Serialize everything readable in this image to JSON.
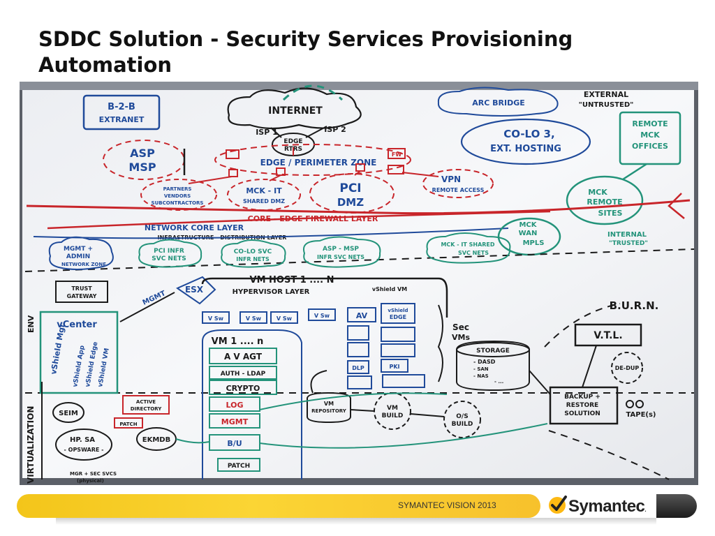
{
  "slide": {
    "title": "SDDC Solution - Security Services Provisioning Automation"
  },
  "whiteboard": {
    "top_left": [
      "B-2-B",
      "EXTRANET"
    ],
    "internet": "INTERNET",
    "isp1": "ISP 1",
    "isp2": "ISP 2",
    "edge_rtrs": [
      "EDGE",
      "RTRS"
    ],
    "arc_bridge": "ARC BRIDGE",
    "external": [
      "EXTERNAL",
      "\"UNTRUSTED\""
    ],
    "remote_offices": [
      "REMOTE",
      "MCK",
      "OFFICES"
    ],
    "colo": [
      "CO-LO 3,",
      "EXT. HOSTING"
    ],
    "asp_msp": [
      "ASP",
      "MSP"
    ],
    "edge_zone": "EDGE / PERIMETER ZONE",
    "fw1": "FW",
    "vpn": [
      "VPN",
      "REMOTE ACCESS"
    ],
    "partners": [
      "PARTNERS",
      "VENDORS",
      "SUBCONTRACTORS"
    ],
    "mck_it_dmz": [
      "MCK - IT",
      "SHARED DMZ"
    ],
    "pci_dmz": [
      "PCI",
      "DMZ"
    ],
    "mck_remote_sites": [
      "MCK",
      "REMOTE",
      "SITES"
    ],
    "core_edge": "CORE - EDGE FIREWALL LAYER",
    "network_core": "NETWORK CORE LAYER",
    "infra_layer": "INFRASTRUCTURE - DISTRIBUTION LAYER",
    "mck_wan": [
      "MCK",
      "WAN",
      "MPLS"
    ],
    "internal": [
      "INTERNAL",
      "\"TRUSTED\""
    ],
    "mgmt_admin": [
      "MGMT +",
      "ADMIN",
      "NETWORK ZONE"
    ],
    "pci_infr": [
      "PCI INFR",
      "SVC NETS"
    ],
    "colo_svc": [
      "CO-LO SVC",
      "INFR NETS"
    ],
    "asp_msp_infr": [
      "ASP - MSP",
      "INFR SVC NETS"
    ],
    "mck_it_shared": [
      "MCK - IT SHARED",
      "SVC NETS"
    ],
    "trust_gateway": [
      "TRUST",
      "GATEWAY"
    ],
    "esx": "ESX",
    "vm_host": "VM HOST 1 .... N",
    "hypervisor": "HYPERVISOR LAYER",
    "vshield_labels": [
      "vShield VM",
      "vShield App",
      "vShield Edge"
    ],
    "vcenter": "vCenter",
    "vshield_mgr": "vShield Mgr",
    "mgmt": "MGMT",
    "vsw": "V Sw",
    "vm_n": "VM 1 .... n",
    "av_agt": "A V AGT",
    "auth_ldap": "AUTH - LDAP",
    "crypto": "CRYPTO",
    "log": "LOG",
    "mgmt_box": "MGMT",
    "bu": "B/U",
    "patch": "PATCH",
    "av": "AV",
    "vshield_edge": [
      "vShield",
      "EDGE"
    ],
    "sec_vms": [
      "Sec",
      "VMs"
    ],
    "dlp": "DLP",
    "pki": "PKI",
    "storage": "STORAGE",
    "storage_items": [
      "- DASD",
      "- SAN",
      "- NAS",
      "- ..."
    ],
    "burn": "B.U.R.N.",
    "vtl": "V.T.L.",
    "de_dup": "DE-DUP",
    "backup": [
      "BACKUP +",
      "RESTORE",
      "SOLUTION"
    ],
    "tape": "TAPE(s)",
    "vm_repository": [
      "VM",
      "REPOSITORY"
    ],
    "vm_build": [
      "VM",
      "BUILD"
    ],
    "os_build": [
      "O/S",
      "BUILD"
    ],
    "active_directory": [
      "ACTIVE",
      "DIRECTORY"
    ],
    "siem": "SEIM",
    "patch_small": "PATCH",
    "hp_sa": [
      "HP. SA",
      "- OPSWARE -"
    ],
    "ekmdb": "EKMDB",
    "virtualization": "VIRTUALIZATION",
    "env": "ENV",
    "mgr_physical": [
      "MGR + SEC SVCS",
      "(physical)"
    ]
  },
  "footer": {
    "event": "SYMANTEC VISION 2013",
    "brand": "Symantec"
  },
  "colors": {
    "board": "#f4f5f7",
    "blue_marker": "#1f4a9a",
    "red_marker": "#c8252a",
    "green_marker": "#23937a",
    "black_marker": "#1a1a1a",
    "footer_yellow": "#fbd534",
    "logo_yellow": "#fdb913"
  }
}
